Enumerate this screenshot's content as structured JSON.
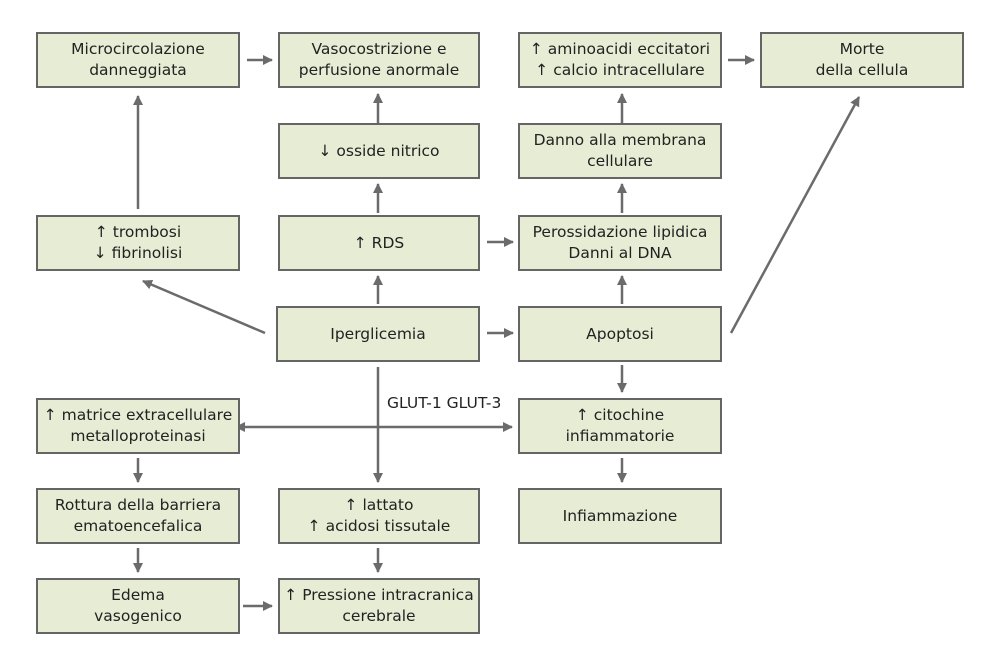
{
  "colors": {
    "box_fill": "#e7edd5",
    "box_border": "#656565",
    "arrow": "#6b6b6b",
    "text": "#222222"
  },
  "boxes": {
    "microcircolazione": [
      "Microcircolazione",
      "danneggiata"
    ],
    "vasocostrizione": [
      "Vasocostrizione e",
      "perfusione anormale"
    ],
    "aminoacidi": [
      "↑ aminoacidi eccitatori",
      "↑ calcio intracellulare"
    ],
    "morte": [
      "Morte",
      "della cellula"
    ],
    "ossido": [
      "↓ osside nitrico"
    ],
    "membrana": [
      "Danno alla membrana",
      "cellulare"
    ],
    "trombosi": [
      "↑ trombosi",
      "↓ fibrinolisi"
    ],
    "rds": [
      "↑ RDS"
    ],
    "perossidazione": [
      "Perossidazione lipidica",
      "Danni al DNA"
    ],
    "iperglicemia": [
      "Iperglicemia"
    ],
    "apoptosi": [
      "Apoptosi"
    ],
    "matrice": [
      "↑ matrice extracellulare",
      "metalloproteinasi"
    ],
    "citochine": [
      "↑ citochine",
      "infiammatorie"
    ],
    "rottura": [
      "Rottura della barriera",
      "ematoencefalica"
    ],
    "lattato": [
      "↑ lattato",
      "↑ acidosi tissutale"
    ],
    "infiammazione": [
      "Infiammazione"
    ],
    "edema": [
      "Edema",
      "vasogenico"
    ],
    "pressione": [
      "↑ Pressione intracranica",
      "cerebrale"
    ]
  },
  "glut_label": "GLUT-1 GLUT-3"
}
